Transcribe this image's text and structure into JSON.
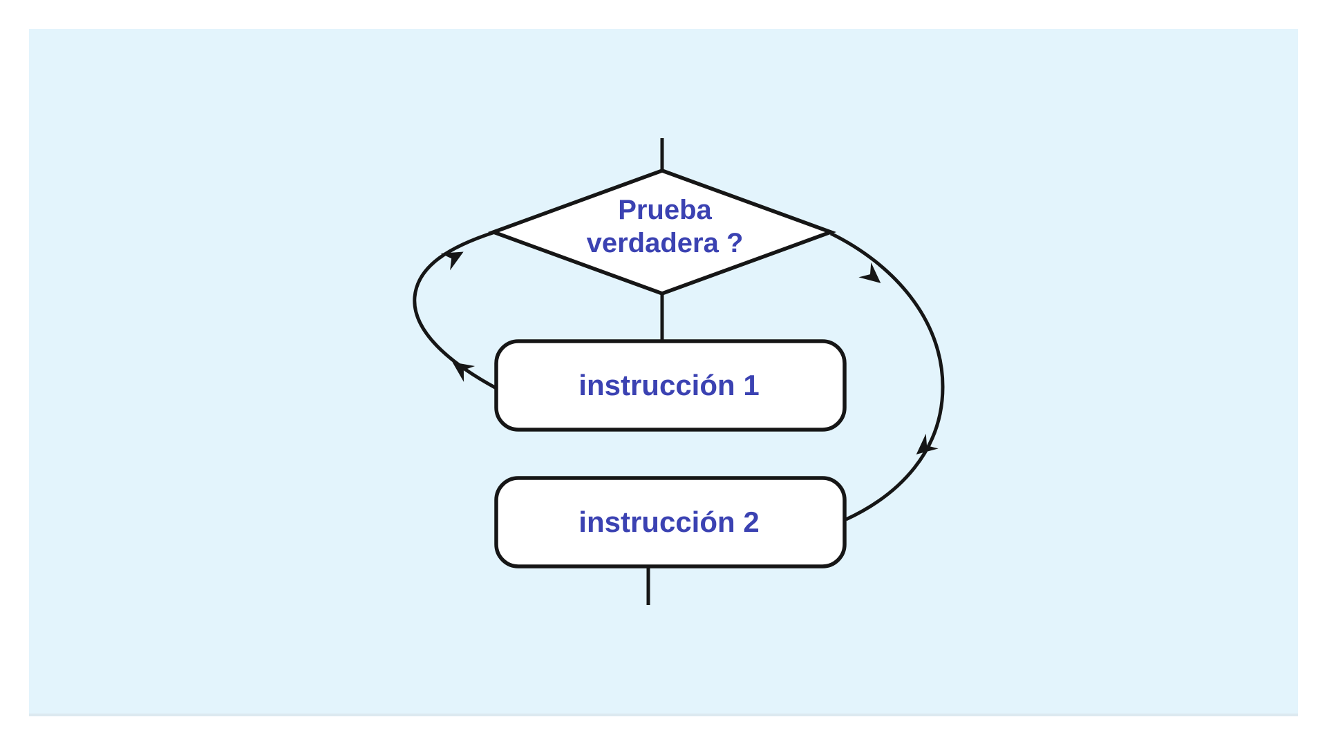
{
  "colors": {
    "page_background": "#ffffff",
    "panel_background": "#e3f4fc",
    "panel_bottom_edge": "#d9e6ec",
    "edge_stroke": "#161616",
    "node_fill": "#ffffff",
    "label_color": "#3b42b2"
  },
  "flowchart": {
    "decision": {
      "shape": "diamond",
      "line1": "Prueba",
      "line2": "verdadera ?"
    },
    "steps": [
      {
        "shape": "rounded-rect",
        "label": "instrucción 1"
      },
      {
        "shape": "rounded-rect",
        "label": "instrucción 2"
      }
    ],
    "edges": [
      {
        "name": "entry-line",
        "type": "straight"
      },
      {
        "name": "decision-to-instruction1",
        "type": "straight"
      },
      {
        "name": "loop-back-left-curve",
        "type": "curve",
        "arrowheads": 2
      },
      {
        "name": "exit-right-curve",
        "type": "curve",
        "arrowheads": 2
      },
      {
        "name": "exit-line",
        "type": "straight"
      }
    ]
  }
}
